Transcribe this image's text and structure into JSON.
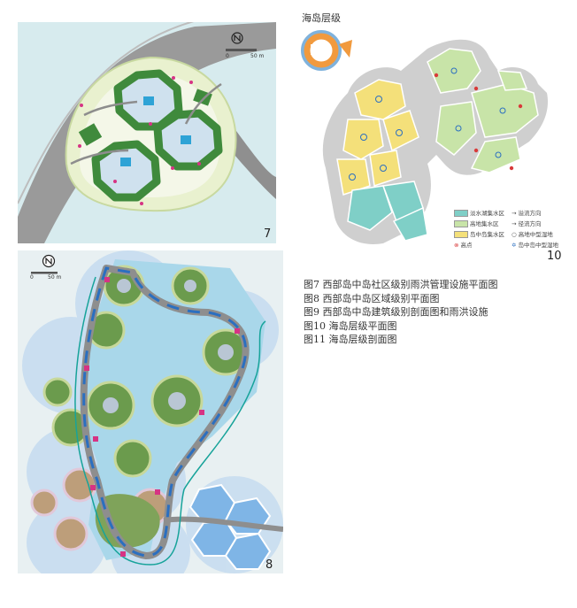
{
  "figures": {
    "fig7": {
      "number": "7",
      "scale_zero": "0",
      "scale_label": "50 m"
    },
    "fig8": {
      "number": "8",
      "scale_zero": "0",
      "scale_label": "50 m"
    },
    "fig10": {
      "number": "10",
      "title": "海岛层级"
    }
  },
  "legend": {
    "freshwater": "淡水湖集水区",
    "highland": "高地集水区",
    "island_center": "岛中岛集水区",
    "high_point": "高点",
    "runoff": "溢流方向",
    "path": "径流方向",
    "highland_wetland": "高地中型湿地",
    "island_wetland": "岛中岛中型湿地"
  },
  "captions": [
    "图7  西部岛中岛社区级别雨洪管理设施平面图",
    "图8  西部岛中岛区域级别平面图",
    "图9  西部岛中岛建筑级别剖面图和雨洪设施",
    "图10  海岛层级平面图",
    "图11  海岛层级剖面图"
  ],
  "colors": {
    "water": "#bfe3ec",
    "green": "#3f8a3c",
    "light_green": "#cfe6b0",
    "yellow": "#f4e07a",
    "teal": "#7fcfc7",
    "road": "#8a8a8a",
    "blue_line": "#2b6fc0",
    "pink": "#d63384",
    "orange": "#f19a3e"
  }
}
